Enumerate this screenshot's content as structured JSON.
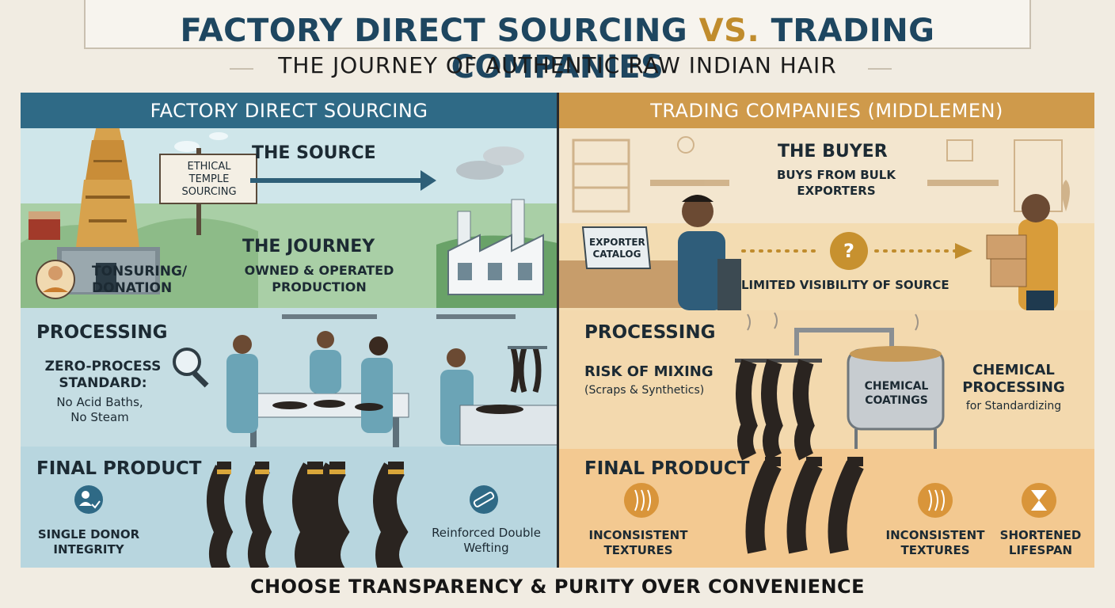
{
  "header": {
    "title_left": "FACTORY DIRECT SOURCING",
    "title_vs": "VS.",
    "title_right": "TRADING COMPANIES",
    "subtitle": "THE JOURNEY OF AUTHENTIC RAW INDIAN HAIR"
  },
  "left": {
    "heading": "FACTORY DIRECT SOURCING",
    "sign": "ETHICAL TEMPLE SOURCING",
    "source_label": "THE SOURCE",
    "tonsuring": "TONSURING/ DONATION",
    "journey_label": "THE JOURNEY",
    "journey_detail": "OWNED & OPERATED PRODUCTION",
    "processing_label": "PROCESSING",
    "standard_label": "ZERO-PROCESS STANDARD:",
    "standard_detail": "No Acid Baths, No Steam",
    "final_label": "FINAL PRODUCT",
    "feature_1": "SINGLE DONOR INTEGRITY",
    "feature_2": "Reinforced Double Wefting"
  },
  "right": {
    "heading": "TRADING COMPANIES (MIDDLEMEN)",
    "buyer_label": "THE BUYER",
    "buyer_detail": "BUYS FROM BULK EXPORTERS",
    "catalog": "EXPORTER CATALOG",
    "visibility": "LIMITED VISIBILITY OF SOURCE",
    "question": "?",
    "processing_label": "PROCESSING",
    "mixing_label": "RISK OF MIXING",
    "mixing_detail": "(Scraps & Synthetics)",
    "coatings": "CHEMICAL COATINGS",
    "chem_label": "CHEMICAL PROCESSING",
    "chem_detail": "for Standardizing",
    "final_label": "FINAL PRODUCT",
    "feature_1": "INCONSISTENT TEXTURES",
    "feature_2": "INCONSISTENT TEXTURES",
    "feature_3": "SHORTENED LIFESPAN"
  },
  "footer": {
    "tagline": "CHOOSE TRANSPARENCY & PURITY OVER CONVENIENCE"
  },
  "colors": {
    "left_header": "#2f6a86",
    "right_header": "#cf9a4b",
    "title_blue": "#1e4660",
    "accent_gold": "#c08c2d"
  }
}
